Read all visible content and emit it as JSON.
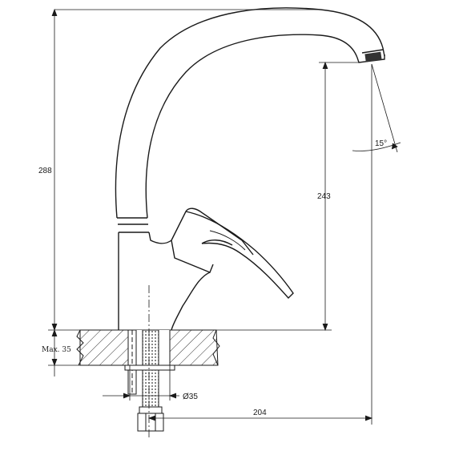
{
  "dimensions": {
    "overall_height": "288",
    "spout_height": "243",
    "spout_reach": "204",
    "hole_diameter": "Ø35",
    "max_counter_thickness": "Max. 35",
    "spout_angle": "15°"
  },
  "colors": {
    "line": "#1a1a1a",
    "hatch": "#333333",
    "background": "#ffffff"
  }
}
